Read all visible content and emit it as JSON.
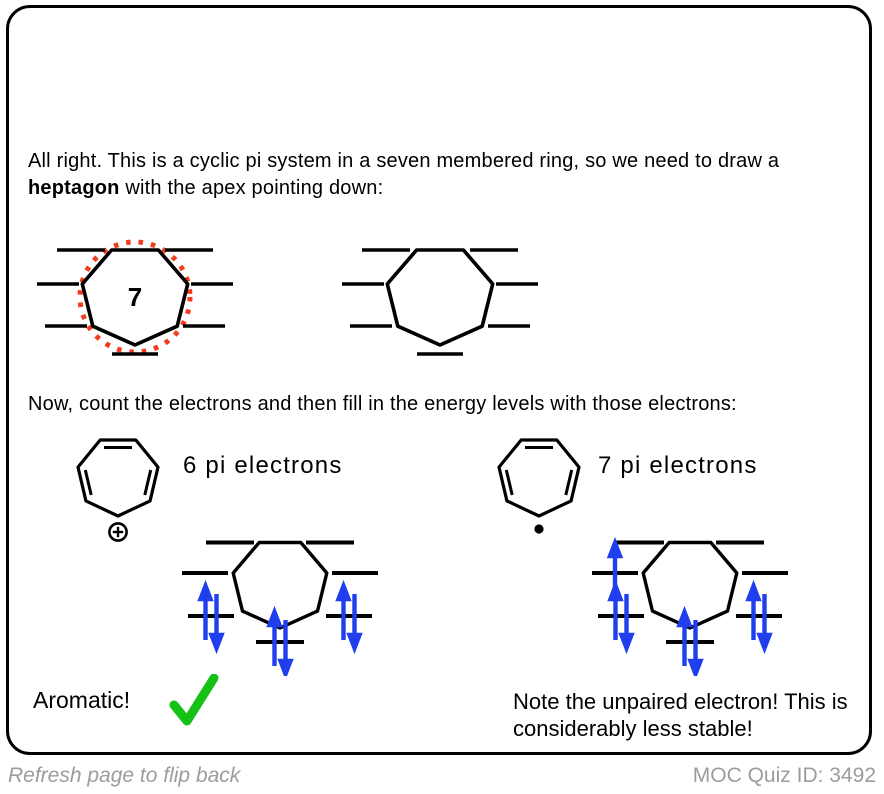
{
  "intro": {
    "part1": "All right. This is a cyclic pi system in a seven membered ring, so we need to draw a ",
    "bold_word": "heptagon",
    "part2": " with the apex pointing down:"
  },
  "instruction": "Now, count the electrons and then fill in the energy levels with those electrons:",
  "frost": {
    "center_label": "7",
    "vertex_count": 7,
    "circle_style": "red-dotted-inscribed-circle",
    "energy_levels_per_diagram": 7
  },
  "left_panel": {
    "molecule": "cycloheptatrienyl cation",
    "charge_symbol": "circled-plus",
    "electron_label": "6 pi electrons",
    "filled_levels": [
      {
        "level": "lower-left",
        "electrons": 2
      },
      {
        "level": "bottom-apex",
        "electrons": 2
      },
      {
        "level": "lower-right",
        "electrons": 2
      }
    ],
    "total_pi_electrons": 6,
    "result_label": "Aromatic!",
    "result_icon": "green-checkmark"
  },
  "right_panel": {
    "molecule": "cycloheptatrienyl radical",
    "charge_symbol": "radical-dot",
    "electron_label": "7 pi electrons",
    "filled_levels": [
      {
        "level": "mid-left",
        "electrons": 1
      },
      {
        "level": "lower-left",
        "electrons": 2
      },
      {
        "level": "bottom-apex",
        "electrons": 2
      },
      {
        "level": "lower-right",
        "electrons": 2
      }
    ],
    "total_pi_electrons": 7,
    "note": "Note the unpaired electron! This is considerably less stable!"
  },
  "footer": {
    "left": "Refresh page to flip back",
    "right": "MOC Quiz ID: 3492"
  },
  "colors": {
    "arrow_blue": "#1f3fee",
    "dotted_circle_red": "#f43b1e",
    "check_green": "#15c115",
    "footer_gray": "#9c9c9c",
    "ink_black": "#000000"
  }
}
